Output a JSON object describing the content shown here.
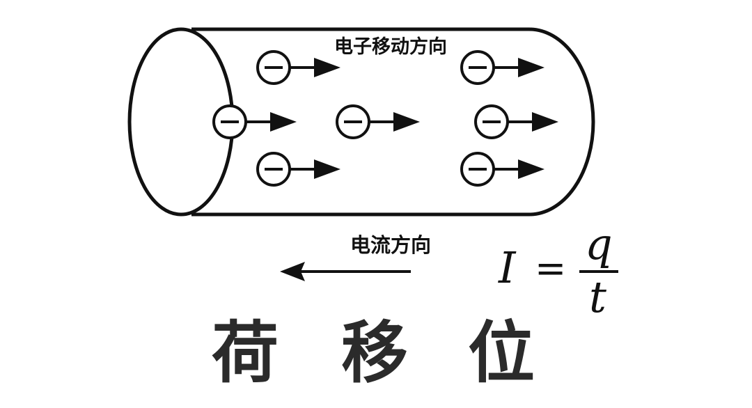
{
  "diagram": {
    "electron_direction_label": "电子移动方向",
    "current_direction_label": "电流方向",
    "electron_symbol": "−",
    "formula": {
      "lhs": "I",
      "equals": "=",
      "numerator": "q",
      "denominator": "t"
    },
    "caption_chars": [
      "荷",
      "移",
      "位"
    ],
    "colors": {
      "ink": "#111111",
      "caption": "#2b2b2b",
      "background": "#ffffff"
    }
  }
}
